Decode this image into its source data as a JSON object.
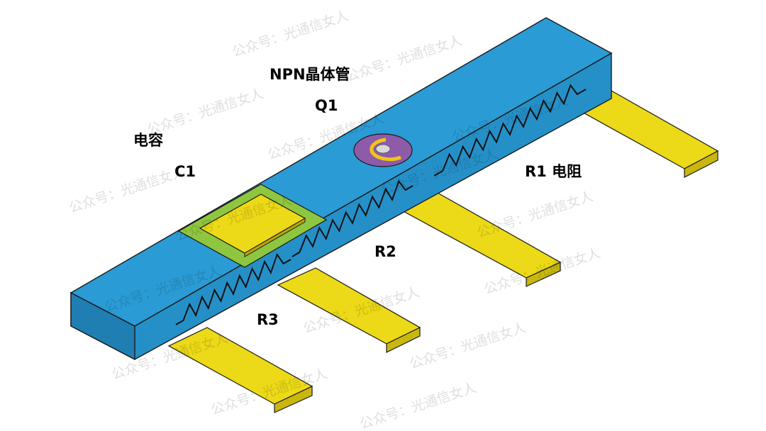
{
  "labels": {
    "transistor_type": "NPN晶体管",
    "transistor_ref": "Q1",
    "capacitor_type": "电容",
    "capacitor_ref": "C1",
    "resistor1": "R1 电阻",
    "resistor2": "R2",
    "resistor3": "R3"
  },
  "watermark": "公众号：光通信女人",
  "colors": {
    "substrate_top": "#2a9bd4",
    "substrate_front": "#2590c8",
    "substrate_side": "#1f7fb3",
    "lead": "#ecd917",
    "lead_side": "#c9b70f",
    "capacitor_base": "#8ec63f",
    "capacitor_plate": "#ecd917",
    "transistor_disc": "#8e5ba8",
    "transistor_ring": "#f0c419",
    "transistor_center": "#d9d9d9",
    "resistor_line": "#111111"
  }
}
